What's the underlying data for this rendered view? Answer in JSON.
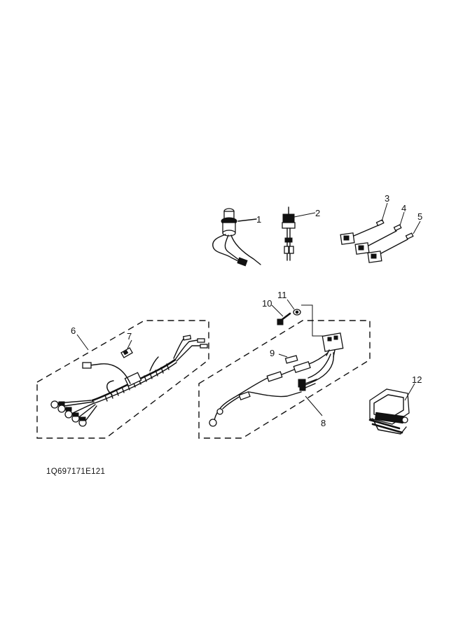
{
  "callouts": {
    "c1": "1",
    "c2": "2",
    "c3": "3",
    "c4": "4",
    "c5": "5",
    "c6": "6",
    "c7": "7",
    "c8": "8",
    "c9": "9",
    "c10": "10",
    "c11": "11",
    "c12": "12"
  },
  "reference_code": "1Q697171E121",
  "colors": {
    "ink": "#111111",
    "background": "#ffffff"
  }
}
